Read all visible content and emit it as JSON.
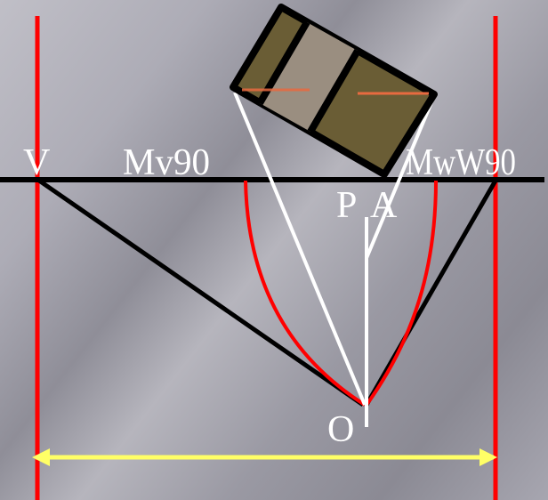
{
  "labels": {
    "v": "V",
    "mv90": "Mv90",
    "mw_w90": "MwW90",
    "p": "P",
    "a": "A",
    "o": "O"
  },
  "colors": {
    "vertical_lines": "#ff0000",
    "horizon": "#000000",
    "sight_rays": "#ffffff",
    "arcs": "#ff0000",
    "measure_arrow": "#ffff66",
    "box_fill": "#6a5d35",
    "box_middle_fill": "#9a8e80",
    "box_stroke": "#000000",
    "box_accent": "#e86a40"
  }
}
